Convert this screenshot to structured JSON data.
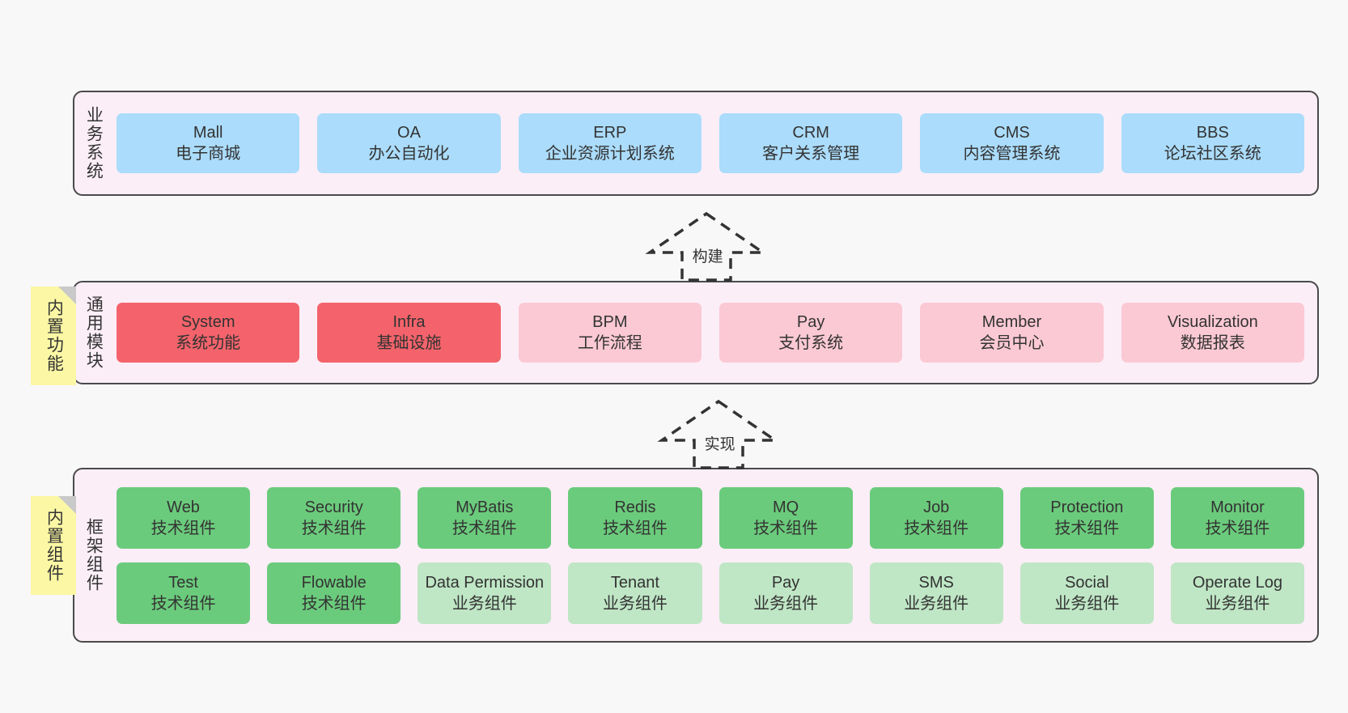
{
  "diagram": {
    "background_color": "#f8f8f8",
    "band_fill": "#fbeef7",
    "band_border": "#4a4a4a",
    "note_fill": "#fbf7a4"
  },
  "sections": [
    {
      "id": "business-systems",
      "label": "业务系统",
      "note": null,
      "rows": [
        {
          "cards": [
            {
              "title": "Mall",
              "subtitle": "电子商城",
              "color": "#abdcfb",
              "style": "c-blue"
            },
            {
              "title": "OA",
              "subtitle": "办公自动化",
              "color": "#abdcfb",
              "style": "c-blue"
            },
            {
              "title": "ERP",
              "subtitle": "企业资源计划系统",
              "color": "#abdcfb",
              "style": "c-blue"
            },
            {
              "title": "CRM",
              "subtitle": "客户关系管理",
              "color": "#abdcfb",
              "style": "c-blue"
            },
            {
              "title": "CMS",
              "subtitle": "内容管理系统",
              "color": "#abdcfb",
              "style": "c-blue"
            },
            {
              "title": "BBS",
              "subtitle": "论坛社区系统",
              "color": "#abdcfb",
              "style": "c-blue"
            }
          ]
        }
      ]
    },
    {
      "id": "common-modules",
      "label": "通用模块",
      "note": "内置功能",
      "rows": [
        {
          "cards": [
            {
              "title": "System",
              "subtitle": "系统功能",
              "color": "#f4636b",
              "style": "c-red"
            },
            {
              "title": "Infra",
              "subtitle": "基础设施",
              "color": "#f4636b",
              "style": "c-red"
            },
            {
              "title": "BPM",
              "subtitle": "工作流程",
              "color": "#fbc9d4",
              "style": "c-pink"
            },
            {
              "title": "Pay",
              "subtitle": "支付系统",
              "color": "#fbc9d4",
              "style": "c-pink"
            },
            {
              "title": "Member",
              "subtitle": "会员中心",
              "color": "#fbc9d4",
              "style": "c-pink"
            },
            {
              "title": "Visualization",
              "subtitle": "数据报表",
              "color": "#fbc9d4",
              "style": "c-pink"
            }
          ]
        }
      ]
    },
    {
      "id": "framework-components",
      "label": "框架组件",
      "note": "内置组件",
      "rows": [
        {
          "cards": [
            {
              "title": "Web",
              "subtitle": "技术组件",
              "color": "#6bcb7c",
              "style": "c-green"
            },
            {
              "title": "Security",
              "subtitle": "技术组件",
              "color": "#6bcb7c",
              "style": "c-green"
            },
            {
              "title": "MyBatis",
              "subtitle": "技术组件",
              "color": "#6bcb7c",
              "style": "c-green"
            },
            {
              "title": "Redis",
              "subtitle": "技术组件",
              "color": "#6bcb7c",
              "style": "c-green"
            },
            {
              "title": "MQ",
              "subtitle": "技术组件",
              "color": "#6bcb7c",
              "style": "c-green"
            },
            {
              "title": "Job",
              "subtitle": "技术组件",
              "color": "#6bcb7c",
              "style": "c-green"
            },
            {
              "title": "Protection",
              "subtitle": "技术组件",
              "color": "#6bcb7c",
              "style": "c-green"
            },
            {
              "title": "Monitor",
              "subtitle": "技术组件",
              "color": "#6bcb7c",
              "style": "c-green"
            }
          ]
        },
        {
          "cards": [
            {
              "title": "Test",
              "subtitle": "技术组件",
              "color": "#6bcb7c",
              "style": "c-green"
            },
            {
              "title": "Flowable",
              "subtitle": "技术组件",
              "color": "#6bcb7c",
              "style": "c-green"
            },
            {
              "title": "Data Permission",
              "subtitle": "业务组件",
              "color": "#bfe6c5",
              "style": "c-greenlight"
            },
            {
              "title": "Tenant",
              "subtitle": "业务组件",
              "color": "#bfe6c5",
              "style": "c-greenlight"
            },
            {
              "title": "Pay",
              "subtitle": "业务组件",
              "color": "#bfe6c5",
              "style": "c-greenlight"
            },
            {
              "title": "SMS",
              "subtitle": "业务组件",
              "color": "#bfe6c5",
              "style": "c-greenlight"
            },
            {
              "title": "Social",
              "subtitle": "业务组件",
              "color": "#bfe6c5",
              "style": "c-greenlight"
            },
            {
              "title": "Operate Log",
              "subtitle": "业务组件",
              "color": "#bfe6c5",
              "style": "c-greenlight"
            }
          ]
        }
      ]
    }
  ],
  "connectors": [
    {
      "id": "build",
      "label": "构建",
      "from": "common-modules",
      "to": "business-systems",
      "style": "dashed-generalization"
    },
    {
      "id": "implement",
      "label": "实现",
      "from": "framework-components",
      "to": "common-modules",
      "style": "dashed-generalization"
    }
  ]
}
